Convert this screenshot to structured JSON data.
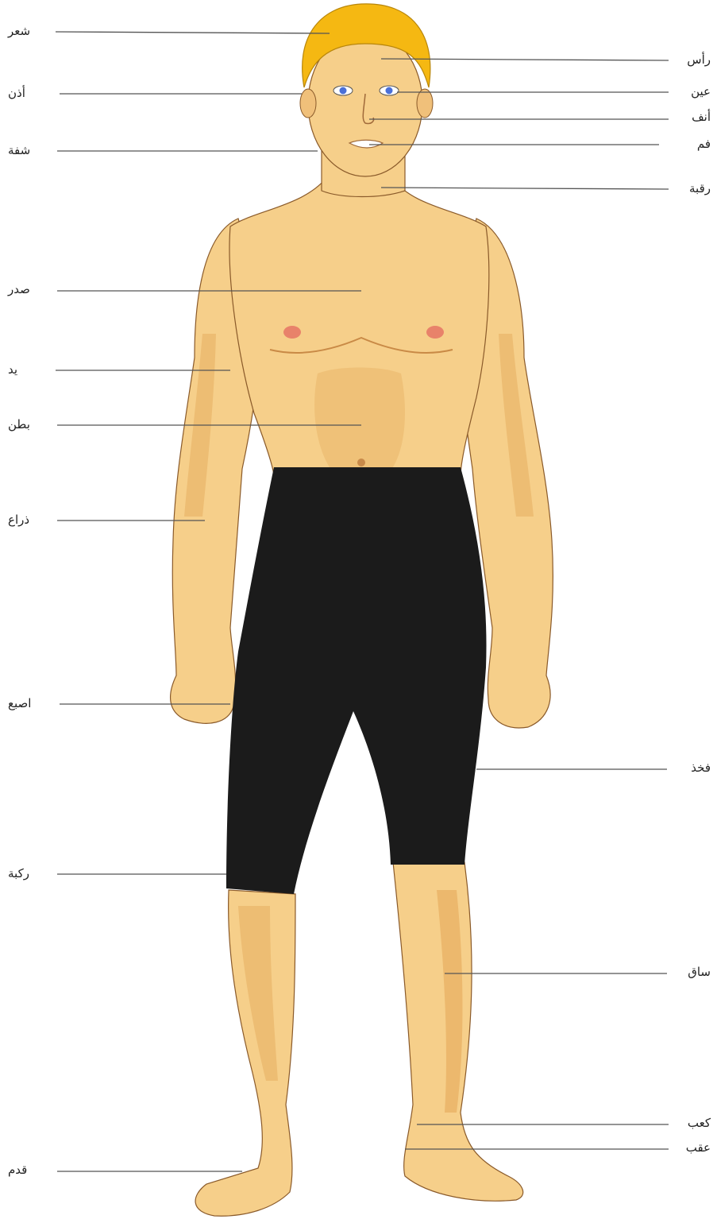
{
  "labels_left": [
    {
      "id": "hair",
      "text": "شعر"
    },
    {
      "id": "ear",
      "text": "أذن"
    },
    {
      "id": "lip",
      "text": "شفة"
    },
    {
      "id": "chest",
      "text": "صدر"
    },
    {
      "id": "hand",
      "text": "يد"
    },
    {
      "id": "belly",
      "text": "بطن"
    },
    {
      "id": "arm",
      "text": "ذراع"
    },
    {
      "id": "finger",
      "text": "اصبع"
    },
    {
      "id": "knee",
      "text": "ركبة"
    },
    {
      "id": "foot",
      "text": "قدم"
    }
  ],
  "labels_right": [
    {
      "id": "head",
      "text": "رأس"
    },
    {
      "id": "eye",
      "text": "عين"
    },
    {
      "id": "nose",
      "text": "أنف"
    },
    {
      "id": "mouth",
      "text": "فم"
    },
    {
      "id": "neck",
      "text": "رقبة"
    },
    {
      "id": "thigh",
      "text": "فخذ"
    },
    {
      "id": "shin",
      "text": "ساق"
    },
    {
      "id": "ankle",
      "text": "كعب"
    },
    {
      "id": "heel",
      "text": "عقب"
    }
  ],
  "colors": {
    "skin": "#f6cf8a",
    "skin_shadow": "#e3a656",
    "hair": "#f5b812",
    "shorts": "#1b1b1b",
    "eye": "#4a70d8",
    "nipple": "#e8826a",
    "leader": "#555555"
  }
}
